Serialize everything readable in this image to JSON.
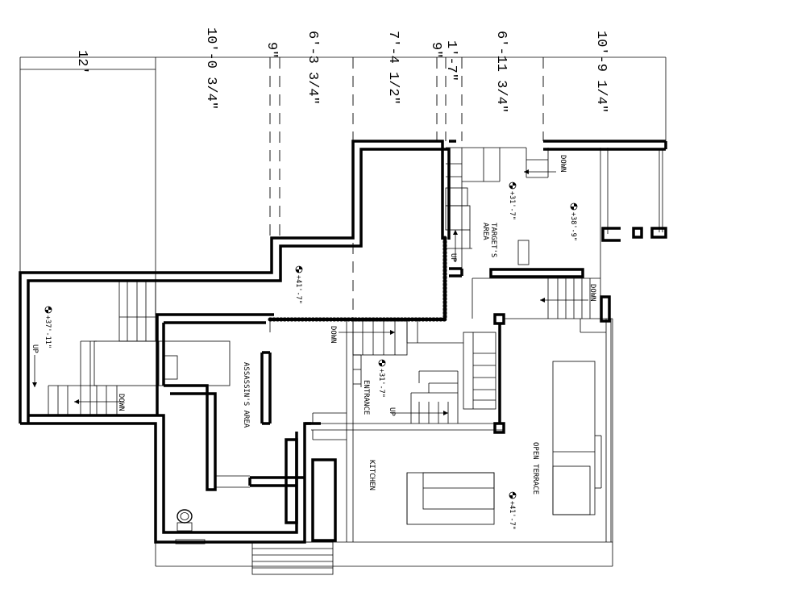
{
  "dimensions": {
    "d1": "12'",
    "d2": "10'-0 3/4\"",
    "d3": "9\"",
    "d4": "6'-3 3/4\"",
    "d5": "7'-4 1/2\"",
    "d6": "9\"",
    "d7": "1'-7\"",
    "d8": "6'-11 3/4\"",
    "d9": "10'-9 1/4\""
  },
  "rooms": {
    "assassins_area": "ASSASSIN'S AREA",
    "targets_area_line1": "TARGET'S",
    "targets_area_line2": "AREA",
    "entrance": "ENTRANCE",
    "kitchen": "KITCHEN",
    "open_terrace": "OPEN TERRACE"
  },
  "stair_labels": {
    "down_top": "DOWN",
    "down_right_mid": "DOWN",
    "up_center": "UP",
    "down_entrance": "DOWN",
    "up_entrance": "UP",
    "up_left": "UP",
    "down_left": "DOWN"
  },
  "levels": {
    "lvl_target": "+31'-7\"",
    "lvl_top_right": "+38'-9\"",
    "lvl_center": "+41'-7\"",
    "lvl_left": "+37'-11\"",
    "lvl_entrance": "+31'-7\"",
    "lvl_terrace": "+41'-7\""
  }
}
